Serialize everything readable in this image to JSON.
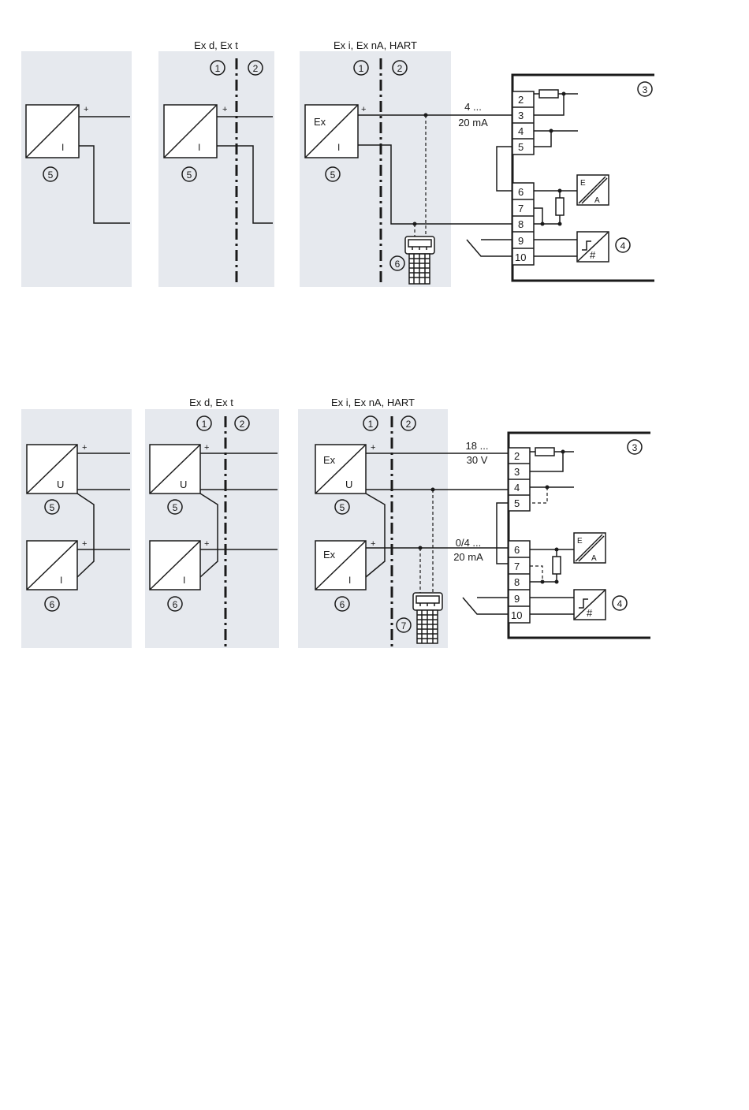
{
  "colors": {
    "panel": "#e6e9ee",
    "line": "#1a1a1a",
    "background": "#ffffff"
  },
  "diagram1": {
    "label_exd": "Ex d, Ex t",
    "label_exi": "Ex i, Ex nA, HART",
    "callout_1": "1",
    "callout_2": "2",
    "callout_3": "3",
    "callout_4": "4",
    "callout_5": "5",
    "callout_6": "6",
    "sensor_I": "I",
    "sensor_Ex": "Ex",
    "plus": "+",
    "signal_line1": "4 ...",
    "signal_line2": "20 mA",
    "terminals": [
      "2",
      "3",
      "4",
      "5",
      "6",
      "7",
      "8",
      "9",
      "10"
    ],
    "conv_E": "E",
    "conv_A": "A",
    "switch_hash": "#"
  },
  "diagram2": {
    "label_exd": "Ex d, Ex t",
    "label_exi": "Ex i, Ex nA, HART",
    "callout_1": "1",
    "callout_2": "2",
    "callout_3": "3",
    "callout_4": "4",
    "callout_5": "5",
    "callout_6": "6",
    "callout_7": "7",
    "sensor_U": "U",
    "sensor_I": "I",
    "sensor_Ex": "Ex",
    "plus": "+",
    "supply_line1": "18 ...",
    "supply_line2": "30 V",
    "signal_line1": "0/4 ...",
    "signal_line2": "20 mA",
    "terminals": [
      "2",
      "3",
      "4",
      "5",
      "6",
      "7",
      "8",
      "9",
      "10"
    ],
    "conv_E": "E",
    "conv_A": "A",
    "switch_hash": "#"
  }
}
